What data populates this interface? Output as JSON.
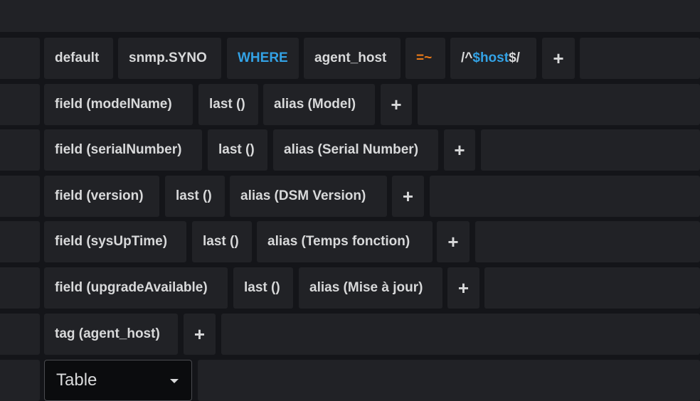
{
  "from_row": {
    "policy": "default",
    "measurement": "snmp.SYNO",
    "where_keyword": "WHERE",
    "tag_key": "agent_host",
    "operator": "=~",
    "value_prefix": "/^",
    "value_var": "$host",
    "value_suffix": "$/",
    "add_label": "+"
  },
  "select_rows": [
    {
      "field": "field (modelName)",
      "selector": "last ()",
      "alias": "alias (Model)",
      "add_label": "+"
    },
    {
      "field": "field (serialNumber)",
      "selector": "last ()",
      "alias": "alias (Serial Number)",
      "add_label": "+"
    },
    {
      "field": "field (version)",
      "selector": "last ()",
      "alias": "alias (DSM Version)",
      "add_label": "+"
    },
    {
      "field": "field (sysUpTime)",
      "selector": "last ()",
      "alias": "alias (Temps fonction)",
      "add_label": "+"
    },
    {
      "field": "field (upgradeAvailable)",
      "selector": "last ()",
      "alias": "alias (Mise à jour)",
      "add_label": "+"
    }
  ],
  "group_by_row": {
    "tag": "tag (agent_host)",
    "add_label": "+"
  },
  "format_row": {
    "selected": "Table",
    "dropdown_icon": "chevron-down-icon"
  },
  "colors": {
    "background": "#141519",
    "segment": "#212226",
    "text": "#d8d9da",
    "keyword": "#33a2e5",
    "operator": "#eb7b18"
  }
}
